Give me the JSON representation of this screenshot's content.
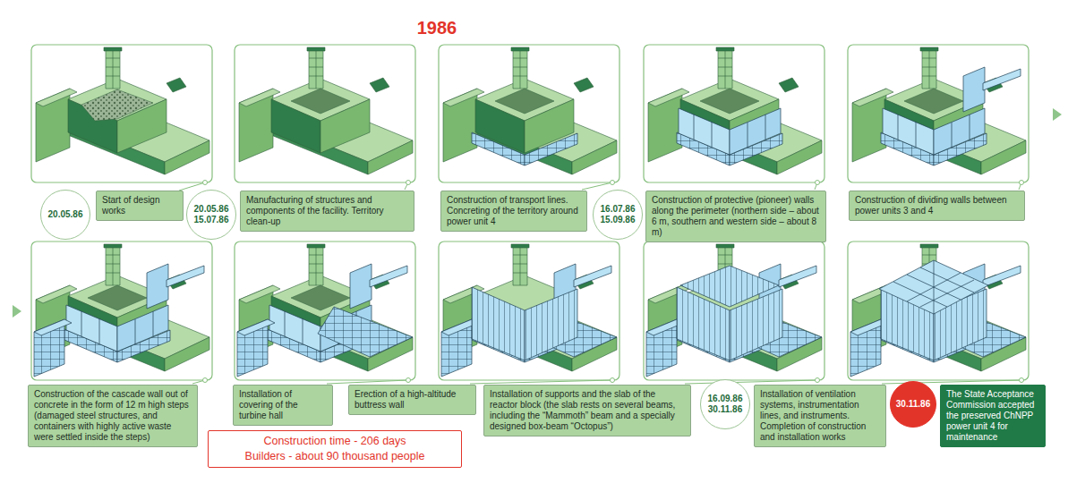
{
  "diagram": {
    "title": "1986",
    "nodes": [
      {
        "text": [
          "20.05.86"
        ]
      },
      {
        "text": [
          "Start of design works"
        ]
      },
      {
        "text": [
          "20.05.86 15.07.86"
        ]
      },
      {
        "text": [
          "Manufacturing of structures and components of the facility. Territory clean-up"
        ]
      },
      {
        "text": [
          "Construction of transport lines. Concreting of the territory around power unit 4"
        ]
      },
      {
        "text": [
          "16.07.86 15.09.86"
        ]
      },
      {
        "text": [
          "Construction of protective (pioneer) walls along the perimeter (northern side – about 6 m, southern and western side – about 8 m)"
        ]
      },
      {
        "text": [
          "Construction of dividing walls between power units 3 and 4"
        ]
      },
      {
        "text": [
          "Construction of the cascade wall out of concrete in the form of 12 m high steps (damaged steel structures, and containers with highly active waste were settled inside the steps)"
        ]
      },
      {
        "text": [
          "Installation of covering of the turbine hall"
        ]
      },
      {
        "text": [
          "Construction time - 206 days",
          "Builders - about 90 thousand people"
        ]
      },
      {
        "text": [
          "Erection of a high-altitude buttress wall"
        ]
      },
      {
        "text": [
          "Installation of supports and the slab of the reactor block (the slab rests on several beams, including the “Mammoth” beam and a specially designed box-beam “Octopus”)"
        ]
      },
      {
        "text": [
          "16.09.86 30.11.86"
        ]
      },
      {
        "text": [
          "Installation of ventilation systems, instrumentation lines, and instruments. Completion of construction and installation works"
        ]
      },
      {
        "text": [
          "30.11.86"
        ]
      },
      {
        "text": [
          "The State Acceptance Commission accepted the preserved ChNPP power unit 4 for maintenance"
        ]
      }
    ]
  }
}
